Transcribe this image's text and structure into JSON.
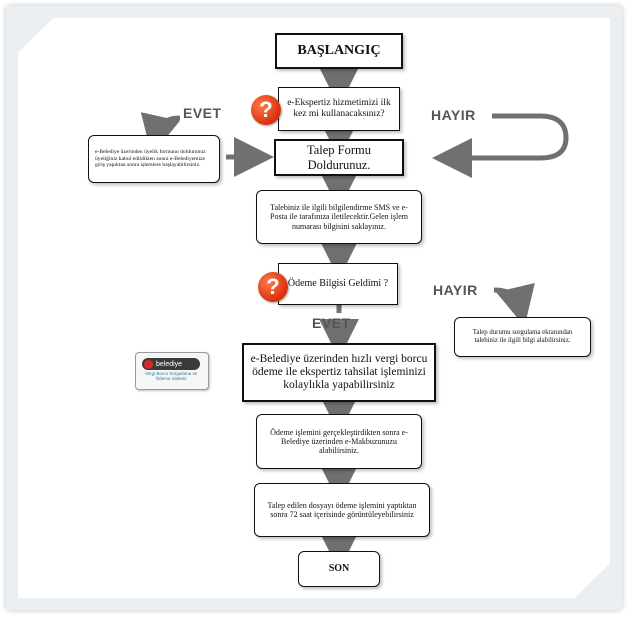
{
  "nodes": {
    "start": "BAŞLANGIÇ",
    "q1": "e-Ekspertiz hizmetimizi ilk kez mi kullanacaksınız?",
    "form": "Talep Formu Doldurunuz.",
    "info_sms": "Talebiniz ile ilgili bilgilendirme SMS ve e-Posta ile tarafınıza iletilecektir.Gelen işlem numarası bilgisini saklayınız.",
    "q2": "Ödeme Bilgisi Geldimi ?",
    "pay": "e-Belediye üzerinden hızlı vergi borcu ödeme ile ekspertiz tahsilat işleminizi kolaylıkla yapabilirsiniz",
    "receipt": "Ödeme işlemini gerçekleştirdikten sonra e- Belediye üzerinden e-Makbuzunuzu alabilirsiniz.",
    "view": "Talep edilen dosyayı ödeme işlemini yaptıktan sonra 72 saat içerisinde görüntüleyebilirsiniz",
    "end": "SON",
    "register_note": "e-Belediye üzerinden üyelik formunu doldurunuz üyeliğiniz kabul edildikten sonra e-Belediyemize giriş yapıktan sonra işlemlere başlayabilirsiniz.",
    "status_note": "Talep durumu sorgulama ekranından talebiniz ile ilgili bilgi alabilirsiniz."
  },
  "labels": {
    "yes_1": "EVET",
    "no_1": "HAYIR",
    "no_2": "HAYIR",
    "yes_2": "EVET"
  },
  "logo": {
    "name": "belediye",
    "sub": "Vergi Borcu Sorgulama ve Ödeme Sistemi"
  },
  "colors": {
    "question_icon": "#d6300c",
    "arrow": "#707070"
  }
}
